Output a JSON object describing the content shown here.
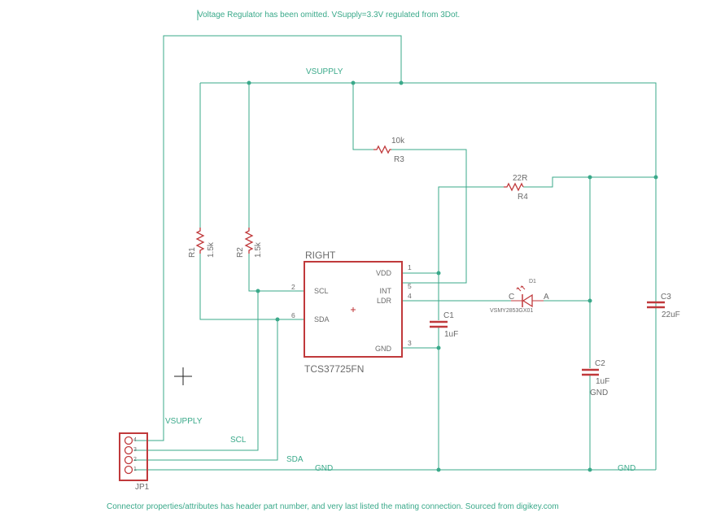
{
  "notes": {
    "top": "Voltage Regulator has been omitted. VSupply=3.3V regulated from 3Dot.",
    "bottom": "Connector properties/attributes has header part number, and very last listed the mating connection. Sourced from digikey.com"
  },
  "nets": {
    "vsupply_top": "VSUPPLY",
    "vsupply_bottom": "VSUPPLY",
    "scl": "SCL",
    "sda": "SDA",
    "gnd_left": "GND",
    "gnd_right": "GND",
    "gnd_c2": "GND"
  },
  "ic": {
    "name_top": "RIGHT",
    "part": "TCS37725FN",
    "pins": {
      "vdd": "VDD",
      "int": "INT",
      "ldr": "LDR",
      "scl": "SCL",
      "sda": "SDA",
      "gnd": "GND",
      "n_vdd": "1",
      "n_int": "5",
      "n_ldr": "4",
      "n_scl": "2",
      "n_sda": "6",
      "n_gnd": "3"
    }
  },
  "components": {
    "r1_name": "R1",
    "r1_value": "1.5k",
    "r2_name": "R2",
    "r2_value": "1.5k",
    "r3_name": "R3",
    "r3_value": "10k",
    "r4_name": "R4",
    "r4_value": "22R",
    "c1_name": "C1",
    "c1_value": "1uF",
    "c2_name": "C2",
    "c2_value": "1uF",
    "c3_name": "C3",
    "c3_value": "22uF",
    "d1_name": "D1",
    "d1_part": "VSMY2853GX01",
    "d1_cathode": "C",
    "d1_anode": "A",
    "jp1_name": "JP1",
    "jp1_pins": [
      "4",
      "3",
      "2",
      "1"
    ]
  },
  "colors": {
    "wire": "#3aa98a",
    "part": "#c0393b",
    "label": "#6b6b6b"
  }
}
